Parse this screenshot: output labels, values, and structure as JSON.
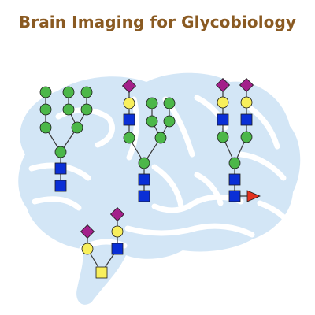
{
  "title": "Brain Imaging for Glycobiology",
  "colors": {
    "title": "#8a5a22",
    "brain_fill": "#d3e6f6",
    "brain_line": "#ffffff",
    "glc_green": "#4cb749",
    "gal_yellow": "#f8ef5c",
    "glcnac_blue": "#0a2fd6",
    "sialic_purple": "#a3208a",
    "fucose_red": "#e3321f",
    "outline": "#1c1c1c",
    "link": "#3a3a3a"
  },
  "glycans": [
    {
      "name": "glycan-high-mannose",
      "residues": [
        {
          "kind": "glcnac-square-icon",
          "color": "#0a2fd6"
        },
        {
          "kind": "glcnac-square-icon",
          "color": "#0a2fd6"
        },
        {
          "kind": "mannose-circle-icon",
          "color": "#4cb749"
        },
        {
          "kind": "mannose-circle-icon",
          "color": "#4cb749"
        },
        {
          "kind": "mannose-circle-icon",
          "color": "#4cb749"
        },
        {
          "kind": "mannose-circle-icon",
          "color": "#4cb749"
        },
        {
          "kind": "mannose-circle-icon",
          "color": "#4cb749"
        },
        {
          "kind": "mannose-circle-icon",
          "color": "#4cb749"
        },
        {
          "kind": "mannose-circle-icon",
          "color": "#4cb749"
        },
        {
          "kind": "mannose-circle-icon",
          "color": "#4cb749"
        },
        {
          "kind": "mannose-circle-icon",
          "color": "#4cb749"
        }
      ]
    },
    {
      "name": "glycan-hybrid-sialylated",
      "residues": [
        {
          "kind": "glcnac-square-icon",
          "color": "#0a2fd6"
        },
        {
          "kind": "glcnac-square-icon",
          "color": "#0a2fd6"
        },
        {
          "kind": "mannose-circle-icon",
          "color": "#4cb749"
        },
        {
          "kind": "mannose-circle-icon",
          "color": "#4cb749"
        },
        {
          "kind": "mannose-circle-icon",
          "color": "#4cb749"
        },
        {
          "kind": "glcnac-square-icon",
          "color": "#0a2fd6"
        },
        {
          "kind": "galactose-circle-icon",
          "color": "#f8ef5c"
        },
        {
          "kind": "sialic-acid-diamond-icon",
          "color": "#a3208a"
        },
        {
          "kind": "mannose-circle-icon",
          "color": "#4cb749"
        },
        {
          "kind": "mannose-circle-icon",
          "color": "#4cb749"
        },
        {
          "kind": "mannose-circle-icon",
          "color": "#4cb749"
        },
        {
          "kind": "mannose-circle-icon",
          "color": "#4cb749"
        }
      ]
    },
    {
      "name": "glycan-complex-fucosylated",
      "residues": [
        {
          "kind": "glcnac-square-icon",
          "color": "#0a2fd6"
        },
        {
          "kind": "fucose-triangle-icon",
          "color": "#e3321f"
        },
        {
          "kind": "glcnac-square-icon",
          "color": "#0a2fd6"
        },
        {
          "kind": "mannose-circle-icon",
          "color": "#4cb749"
        },
        {
          "kind": "mannose-circle-icon",
          "color": "#4cb749"
        },
        {
          "kind": "mannose-circle-icon",
          "color": "#4cb749"
        },
        {
          "kind": "glcnac-square-icon",
          "color": "#0a2fd6"
        },
        {
          "kind": "glcnac-square-icon",
          "color": "#0a2fd6"
        },
        {
          "kind": "galactose-circle-icon",
          "color": "#f8ef5c"
        },
        {
          "kind": "galactose-circle-icon",
          "color": "#f8ef5c"
        },
        {
          "kind": "sialic-acid-diamond-icon",
          "color": "#a3208a"
        },
        {
          "kind": "sialic-acid-diamond-icon",
          "color": "#a3208a"
        }
      ]
    },
    {
      "name": "glycan-o-linked",
      "residues": [
        {
          "kind": "galnac-square-icon",
          "color": "#f8ef5c"
        },
        {
          "kind": "galactose-circle-icon",
          "color": "#f8ef5c"
        },
        {
          "kind": "sialic-acid-diamond-icon",
          "color": "#a3208a"
        },
        {
          "kind": "glcnac-square-icon",
          "color": "#0a2fd6"
        },
        {
          "kind": "galactose-circle-icon",
          "color": "#f8ef5c"
        },
        {
          "kind": "sialic-acid-diamond-icon",
          "color": "#a3208a"
        }
      ]
    }
  ]
}
